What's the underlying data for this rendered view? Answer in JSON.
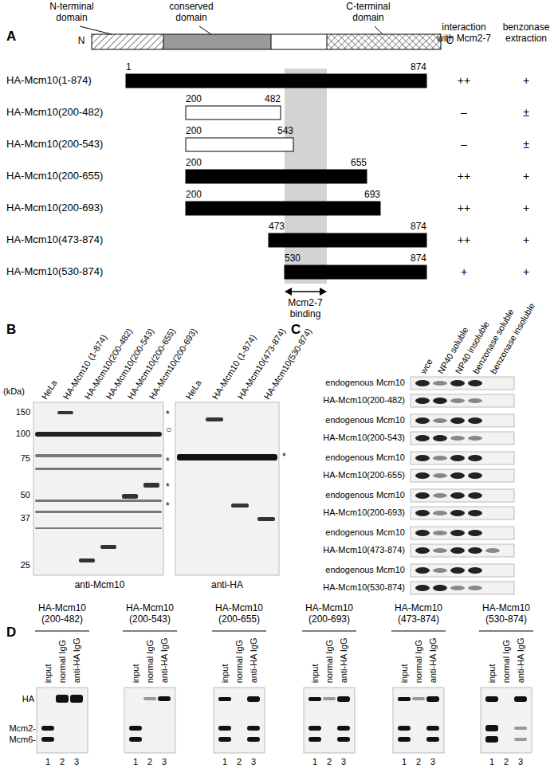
{
  "diagram": {
    "labels": [
      "A",
      "N-terminal domain",
      "conserved domain",
      "C-terminal domain",
      "interaction with Mcm2-7",
      "benzonase extraction",
      "N",
      "C",
      "HA-Mcm10(1-874)",
      "1",
      "874",
      "++",
      "+",
      "HA-Mcm10(200-482)",
      "200",
      "482",
      "–",
      "±",
      "HA-Mcm10(200-543)",
      "200",
      "543",
      "–",
      "±",
      "HA-Mcm10(200-655)",
      "200",
      "655",
      "++",
      "+",
      "HA-Mcm10(200-693)",
      "200",
      "693",
      "++",
      "+",
      "HA-Mcm10(473-874)",
      "473",
      "874",
      "++",
      "+",
      "HA-Mcm10(530-874)",
      "530",
      "874",
      "+",
      "+",
      "Mcm2-7 binding",
      "B",
      "HeLa",
      "HA-Mcm10 (1-874)",
      "HA-Mcm10(200-482)",
      "HA-Mcm10(200-543)",
      "HA-Mcm10(200-655)",
      "HA-Mcm10(200-693)",
      "HeLa",
      "HA-Mcm10 (1-874)",
      "HA-Mcm10(473-874)",
      "HA-Mcm10(530-874)",
      "(kDa)",
      "150",
      "100",
      "75",
      "50",
      "37",
      "25",
      "*",
      "○",
      "*",
      "*",
      "*",
      "*",
      "anti-Mcm10",
      "anti-HA",
      "C",
      "wce",
      "NP40 soluble",
      "NP40 insoluble",
      "benzonase soluble",
      "benzonase insoluble",
      "endogenous Mcm10",
      "HA-Mcm10(200-482)",
      "endogenous Mcm10",
      "HA-Mcm10(200-543)",
      "endogenous Mcm10",
      "HA-Mcm10(200-655)",
      "endogenous Mcm10",
      "HA-Mcm10(200-693)",
      "endogenous Mcm10",
      "HA-Mcm10(473-874)",
      "endogenous Mcm10",
      "HA-Mcm10(530-874)",
      "D",
      "HA-Mcm10 (200-482)",
      "input",
      "normal IgG",
      "anti-HA IgG",
      "1",
      "2",
      "3",
      "HA-Mcm10 (200-543)",
      "input",
      "normal IgG",
      "anti-HA IgG",
      "1",
      "2",
      "3",
      "HA-Mcm10 (200-655)",
      "input",
      "normal IgG",
      "anti-HA IgG",
      "1",
      "2",
      "3",
      "HA-Mcm10 (200-693)",
      "input",
      "normal IgG",
      "anti-HA IgG",
      "1",
      "2",
      "3",
      "HA-Mcm10 (473-874)",
      "input",
      "normal IgG",
      "anti-HA IgG",
      "1",
      "2",
      "3",
      "HA-Mcm10 (530-874)",
      "input",
      "normal IgG",
      "anti-HA IgG",
      "1",
      "2",
      "3",
      "HA",
      "Mcm2-",
      "Mcm6-"
    ]
  }
}
